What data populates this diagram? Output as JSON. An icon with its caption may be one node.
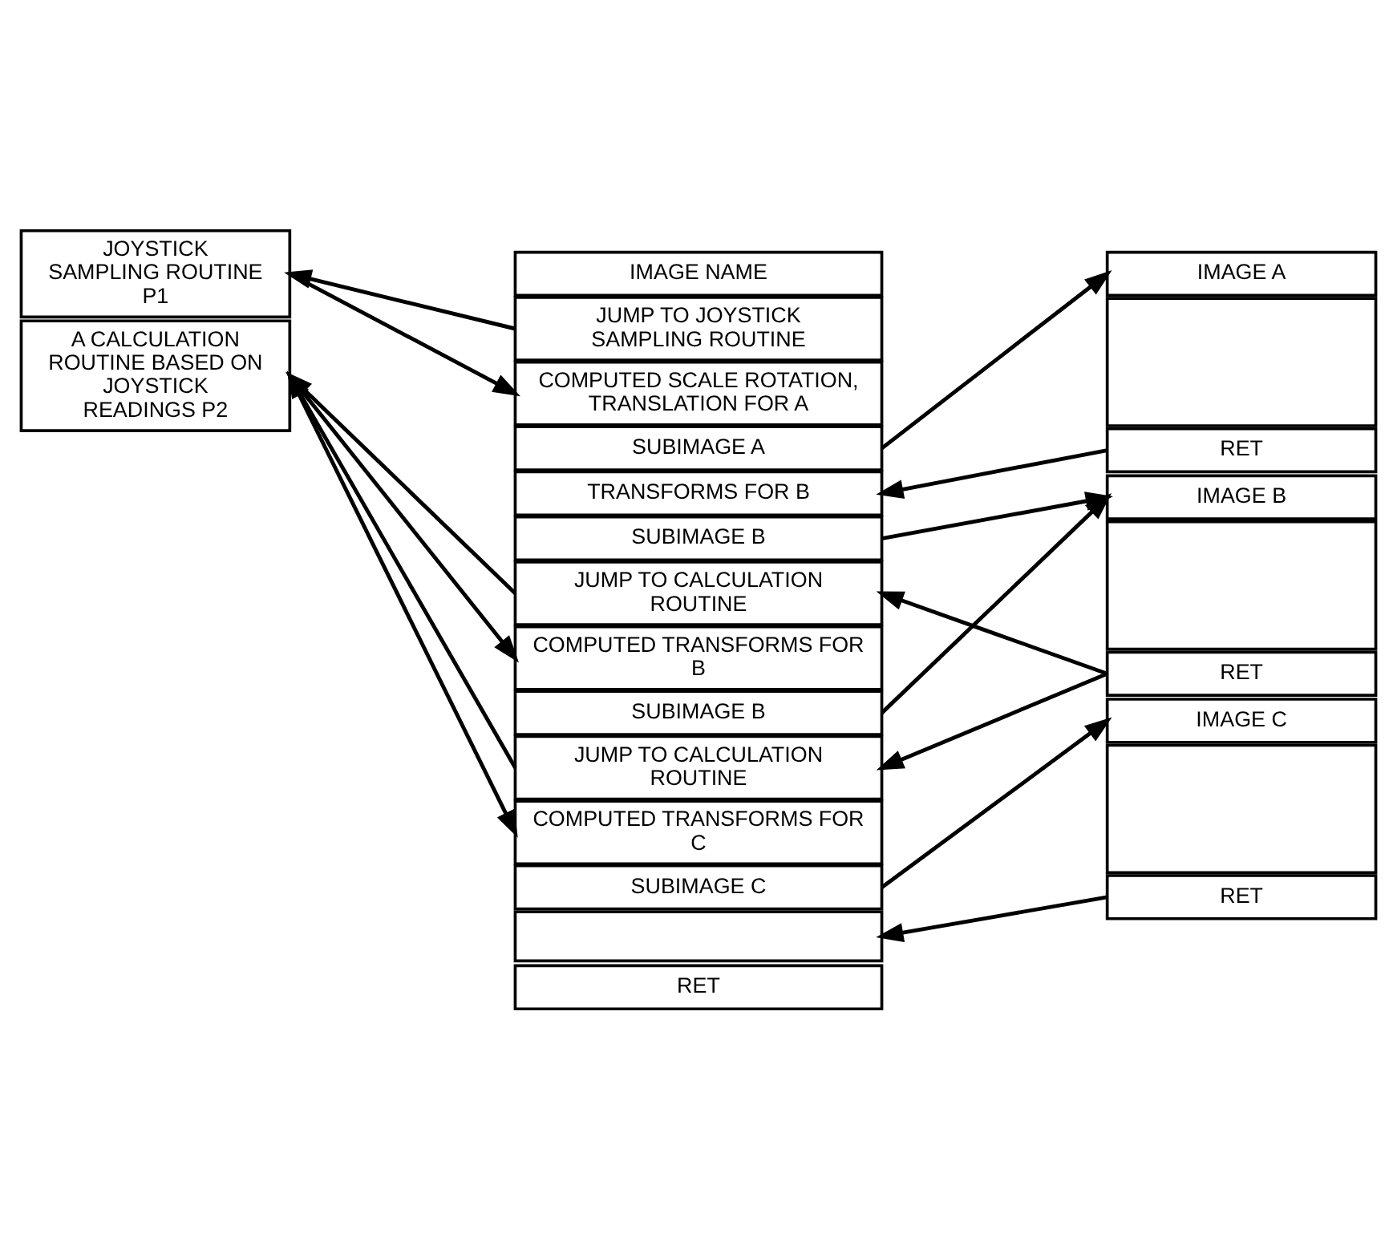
{
  "diagram": {
    "nodes": [
      {
        "text": [
          "IMAGE NAME"
        ]
      },
      {
        "text": [
          "JUMP TO JOYSTICK SAMPLING ROUTINE"
        ]
      },
      {
        "text": [
          "COMPUTED SCALE ROTATION, TRANSLATION FOR A"
        ]
      },
      {
        "text": [
          "SUBIMAGE A"
        ]
      },
      {
        "text": [
          "TRANSFORMS FOR B"
        ]
      },
      {
        "text": [
          "SUBIMAGE B"
        ]
      },
      {
        "text": [
          "JUMP TO CALCULATION ROUTINE"
        ]
      },
      {
        "text": [
          "COMPUTED TRANSFORMS FOR B"
        ]
      },
      {
        "text": [
          "SUBIMAGE B"
        ]
      },
      {
        "text": [
          "JUMP TO CALCULATION ROUTINE"
        ]
      },
      {
        "text": [
          "COMPUTED TRANSFORMS FOR C"
        ]
      },
      {
        "text": [
          "SUBIMAGE C"
        ]
      },
      {
        "text": [],
        "shape": "box"
      },
      {
        "text": [
          "RET"
        ]
      },
      {
        "text": [
          "JOYSTICK SAMPLING ROUTINE P1"
        ]
      },
      {
        "text": [
          "A CALCULATION ROUTINE BASED ON JOYSTICK READINGS P2"
        ]
      },
      {
        "text": [
          "IMAGE A"
        ]
      },
      {
        "text": [],
        "shape": "box"
      },
      {
        "text": [
          "RET"
        ]
      },
      {
        "text": [
          "IMAGE B"
        ]
      },
      {
        "text": [],
        "shape": "box"
      },
      {
        "text": [
          "RET"
        ]
      },
      {
        "text": [
          "IMAGE C"
        ]
      },
      {
        "text": [],
        "shape": "box"
      },
      {
        "text": [
          "RET"
        ]
      }
    ],
    "edges": [
      {
        "from": 1,
        "to": 14,
        "arrow": "to"
      },
      {
        "from": 14,
        "to": 2,
        "arrow": "to"
      },
      {
        "from": 3,
        "to": 16,
        "arrow": "to"
      },
      {
        "from": 18,
        "to": 4,
        "arrow": "to"
      },
      {
        "from": 5,
        "to": 19,
        "arrow": "to"
      },
      {
        "from": 6,
        "to": 15,
        "arrow": "to"
      },
      {
        "from": 21,
        "to": 6,
        "arrow": "to"
      },
      {
        "from": 15,
        "to": 7,
        "arrow": "to"
      },
      {
        "from": 8,
        "to": 19,
        "arrow": "to"
      },
      {
        "from": 9,
        "to": 15,
        "arrow": "to"
      },
      {
        "from": 21,
        "to": 9,
        "arrow": "to"
      },
      {
        "from": 15,
        "to": 10,
        "arrow": "to"
      },
      {
        "from": 11,
        "to": 22,
        "arrow": "to"
      },
      {
        "from": 24,
        "to": 12,
        "arrow": "to"
      }
    ]
  }
}
